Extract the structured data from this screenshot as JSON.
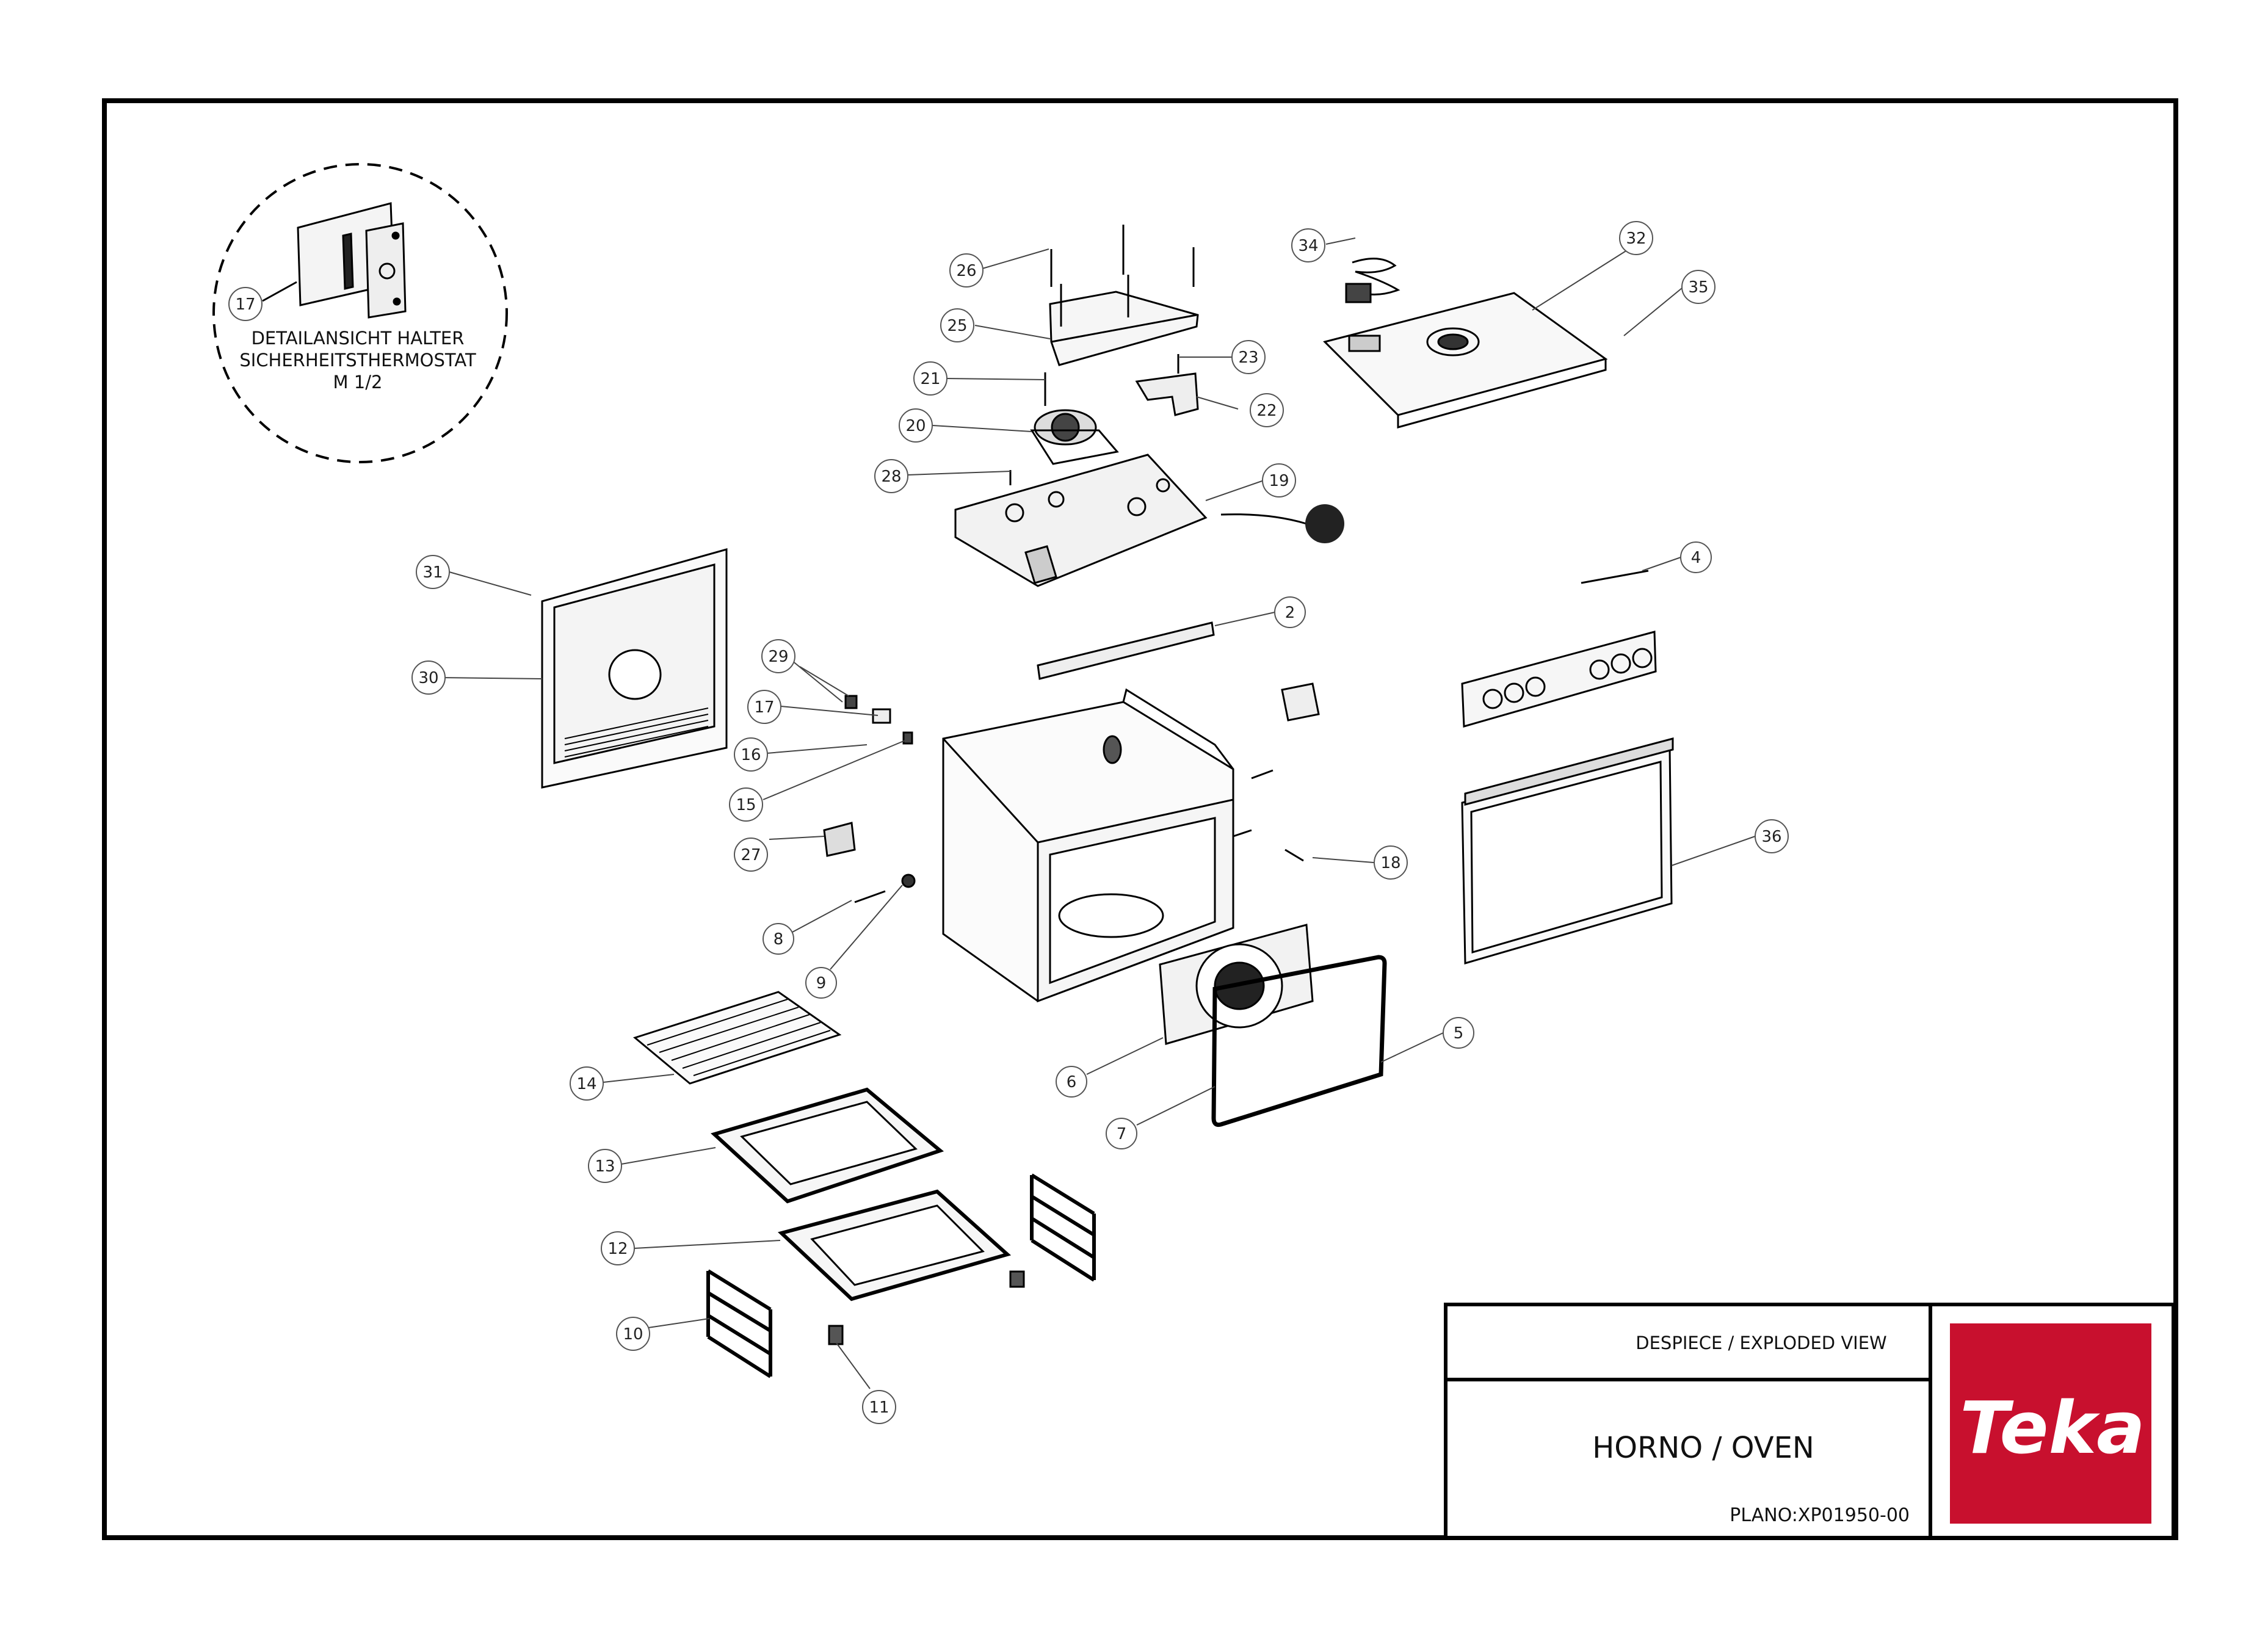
{
  "detail": {
    "number": "17",
    "line1": "DETAILANSICHT HALTER",
    "line2": "SICHERHEITSTHERMOSTAT",
    "line3": "M 1/2"
  },
  "callouts": [
    {
      "id": "2",
      "label": "2"
    },
    {
      "id": "4",
      "label": "4"
    },
    {
      "id": "5",
      "label": "5"
    },
    {
      "id": "6",
      "label": "6"
    },
    {
      "id": "7",
      "label": "7"
    },
    {
      "id": "8",
      "label": "8"
    },
    {
      "id": "9",
      "label": "9"
    },
    {
      "id": "10",
      "label": "10"
    },
    {
      "id": "11",
      "label": "11"
    },
    {
      "id": "12",
      "label": "12"
    },
    {
      "id": "13",
      "label": "13"
    },
    {
      "id": "14",
      "label": "14"
    },
    {
      "id": "15",
      "label": "15"
    },
    {
      "id": "16",
      "label": "16"
    },
    {
      "id": "17",
      "label": "17"
    },
    {
      "id": "18",
      "label": "18"
    },
    {
      "id": "19",
      "label": "19"
    },
    {
      "id": "20",
      "label": "20"
    },
    {
      "id": "21",
      "label": "21"
    },
    {
      "id": "22",
      "label": "22"
    },
    {
      "id": "23",
      "label": "23"
    },
    {
      "id": "25",
      "label": "25"
    },
    {
      "id": "26",
      "label": "26"
    },
    {
      "id": "27",
      "label": "27"
    },
    {
      "id": "28",
      "label": "28"
    },
    {
      "id": "29",
      "label": "29"
    },
    {
      "id": "30",
      "label": "30"
    },
    {
      "id": "31",
      "label": "31"
    },
    {
      "id": "32",
      "label": "32"
    },
    {
      "id": "34",
      "label": "34"
    },
    {
      "id": "35",
      "label": "35"
    },
    {
      "id": "36",
      "label": "36"
    }
  ],
  "title_block": {
    "view_label": "DESPIECE / EXPLODED VIEW",
    "product": "HORNO / OVEN",
    "plan": "PLANO:XP01950-00",
    "brand": "Teka",
    "brand_color": "#c8102e"
  }
}
